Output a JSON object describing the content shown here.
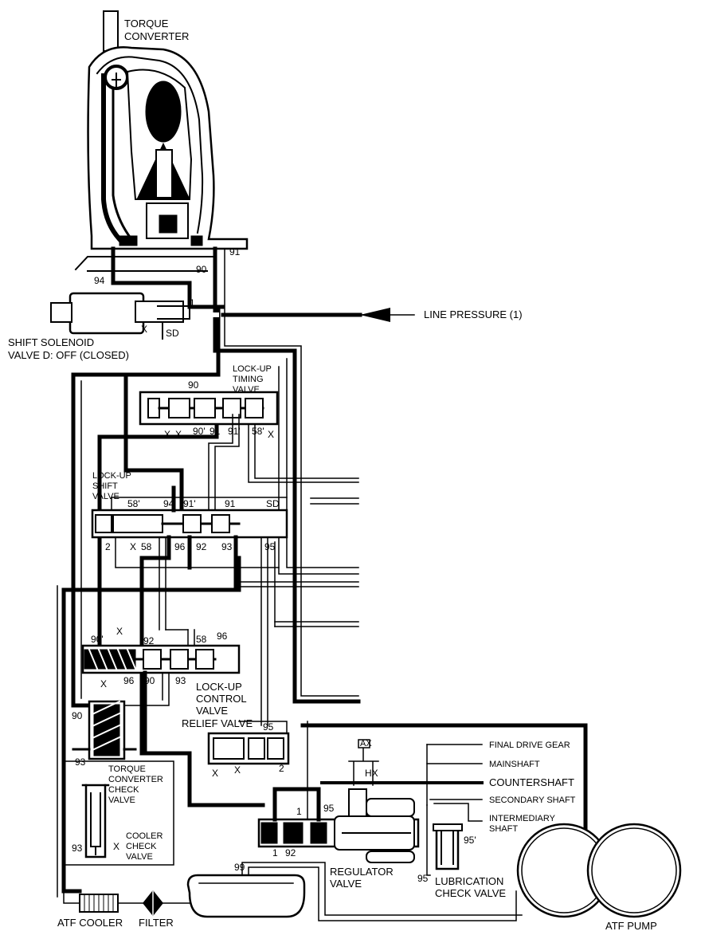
{
  "labels": {
    "torque_converter_1": "TORQUE",
    "torque_converter_2": "CONVERTER",
    "line_pressure": "LINE PRESSURE (1)",
    "shift_solenoid_1": "SHIFT SOLENOID",
    "shift_solenoid_2": "VALVE D: OFF (CLOSED)",
    "lockup_timing_1": "LOCK-UP",
    "lockup_timing_2": "TIMING",
    "lockup_timing_3": "VALVE",
    "lockup_shift_1": "LOCK-UP",
    "lockup_shift_2": "SHIFT",
    "lockup_shift_3": "VALVE",
    "lockup_control_1": "LOCK-UP",
    "lockup_control_2": "CONTROL",
    "lockup_control_3": "VALVE",
    "relief_valve": "RELIEF VALVE",
    "tc_check_1": "TORQUE",
    "tc_check_2": "CONVERTER",
    "tc_check_3": "CHECK",
    "tc_check_4": "VALVE",
    "cooler_check_1": "COOLER",
    "cooler_check_2": "CHECK",
    "cooler_check_3": "VALVE",
    "final_drive_gear": "FINAL DRIVE GEAR",
    "mainshaft": "MAINSHAFT",
    "countershaft": "COUNTERSHAFT",
    "secondary_shaft": "SECONDARY SHAFT",
    "intermediary_1": "INTERMEDIARY",
    "intermediary_2": "SHAFT",
    "regulator_1": "REGULATOR",
    "regulator_2": "VALVE",
    "lubrication_1": "LUBRICATION",
    "lubrication_2": "CHECK VALVE",
    "atf_cooler": "ATF COOLER",
    "filter": "FILTER",
    "atf_pump": "ATF PUMP"
  },
  "ports": {
    "p91_top": "91",
    "p90_top": "90",
    "p94_top": "94",
    "p1_sol": "1",
    "x_sol": "X",
    "sd_sol": "SD",
    "t90": "90",
    "t_x1": "X",
    "t_x2": "X",
    "t90p": "90'",
    "t91": "91",
    "t91p": "91'",
    "t58p": "58'",
    "t_x3": "X",
    "s58p": "58'",
    "s94": "94",
    "s91p": "91'",
    "s91": "91",
    "ssd": "SD",
    "s2": "2",
    "s_x": "X",
    "s58": "58",
    "s96": "96",
    "s92": "92",
    "s93": "93",
    "s95": "95",
    "c90p": "90'",
    "c_x1": "X",
    "c92": "92",
    "c58": "58",
    "c96": "96",
    "c_x2": "X",
    "c96b": "96",
    "c90": "90",
    "c93": "93",
    "tc90": "90",
    "tc93": "93",
    "cc93": "93",
    "cc_x": "X",
    "r95": "95",
    "r_x1": "X",
    "r_x2": "X",
    "r2": "2",
    "ax": "AX",
    "hx": "HX",
    "g95": "95",
    "g1a": "1",
    "g1b": "1",
    "g92": "92",
    "l95p": "95'",
    "l95": "95",
    "p99": "99"
  }
}
